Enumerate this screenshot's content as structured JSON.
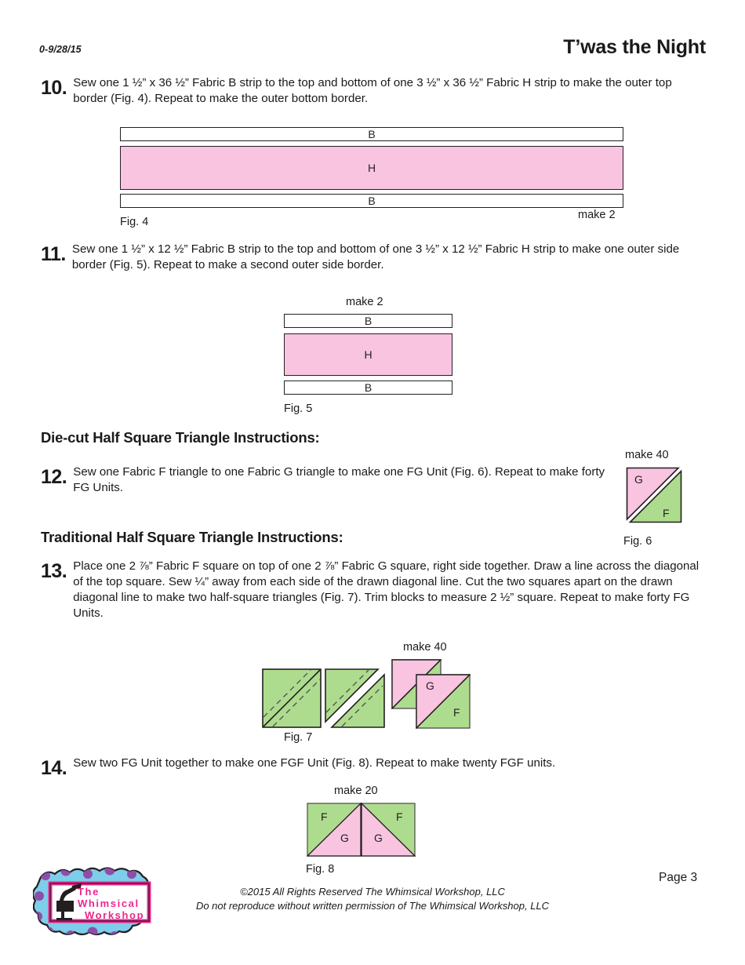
{
  "header": {
    "revision_code": "0-9/28/15",
    "title": "T’was the Night"
  },
  "steps": [
    {
      "number": "10.",
      "text": "Sew one 1 ½” x 36 ½” Fabric B strip to the top and bottom of one 3 ½” x 36 ½” Fabric H strip to make the outer top border (Fig. 4). Repeat to make the outer bottom border."
    },
    {
      "number": "11.",
      "text": "Sew one 1 ½” x 12 ½” Fabric B strip to the top and bottom of one 3 ½” x 12 ½” Fabric H strip to make one outer side border (Fig. 5). Repeat to make a second outer side border."
    },
    {
      "number": "12.",
      "text": "Sew one Fabric F triangle to one Fabric G triangle to make one FG Unit (Fig. 6). Repeat to make forty FG Units."
    },
    {
      "number": "13.",
      "text": "Place one 2 ⅞” Fabric F square on top of one 2 ⅞” Fabric G square, right side together. Draw a line across the diagonal of the top square. Sew ¼” away from each side of the drawn diagonal line. Cut the two squares apart on the drawn diagonal line to make two half-square triangles (Fig. 7).  Trim blocks to measure 2 ½” square. Repeat to make forty FG Units."
    },
    {
      "number": "14.",
      "text": "Sew two FG Unit together to make one FGF Unit (Fig. 8). Repeat to make twenty FGF units."
    }
  ],
  "headings": {
    "die_cut": "Die-cut Half Square Triangle Instructions:",
    "traditional": "Traditional Half Square Triangle Instructions:"
  },
  "figures": {
    "fig4": {
      "caption": "Fig. 4",
      "make": "make 2",
      "strips": [
        {
          "fabric": "B"
        },
        {
          "fabric": "H"
        },
        {
          "fabric": "B"
        }
      ]
    },
    "fig5": {
      "caption": "Fig. 5",
      "make": "make 2",
      "strips": [
        {
          "fabric": "B"
        },
        {
          "fabric": "H"
        },
        {
          "fabric": "B"
        }
      ]
    },
    "fig6": {
      "caption": "Fig. 6",
      "make": "make 40",
      "triangle_upper": "G",
      "triangle_lower": "F"
    },
    "fig7": {
      "caption": "Fig. 7",
      "make": "make 40",
      "triangle_upper": "G",
      "triangle_lower": "F"
    },
    "fig8": {
      "caption": "Fig. 8",
      "make": "make 20",
      "labels": [
        "F",
        "G",
        "G",
        "F"
      ]
    }
  },
  "logo": {
    "line1": "The",
    "line2": "Whimsical",
    "line3": "Workshop",
    "badge_color": "#7ecdea",
    "dot_color": "#8e4ea8",
    "text_color": "#ec268f"
  },
  "footer": {
    "copyright_line1": "©2015 All Rights Reserved The Whimsical Workshop, LLC",
    "copyright_line2": "Do not reproduce without written permission of The Whimsical Workshop, LLC",
    "page": "Page 3"
  },
  "colors": {
    "pink": "#f8c4e0",
    "green": "#aedc8e",
    "ink": "#231f20"
  }
}
